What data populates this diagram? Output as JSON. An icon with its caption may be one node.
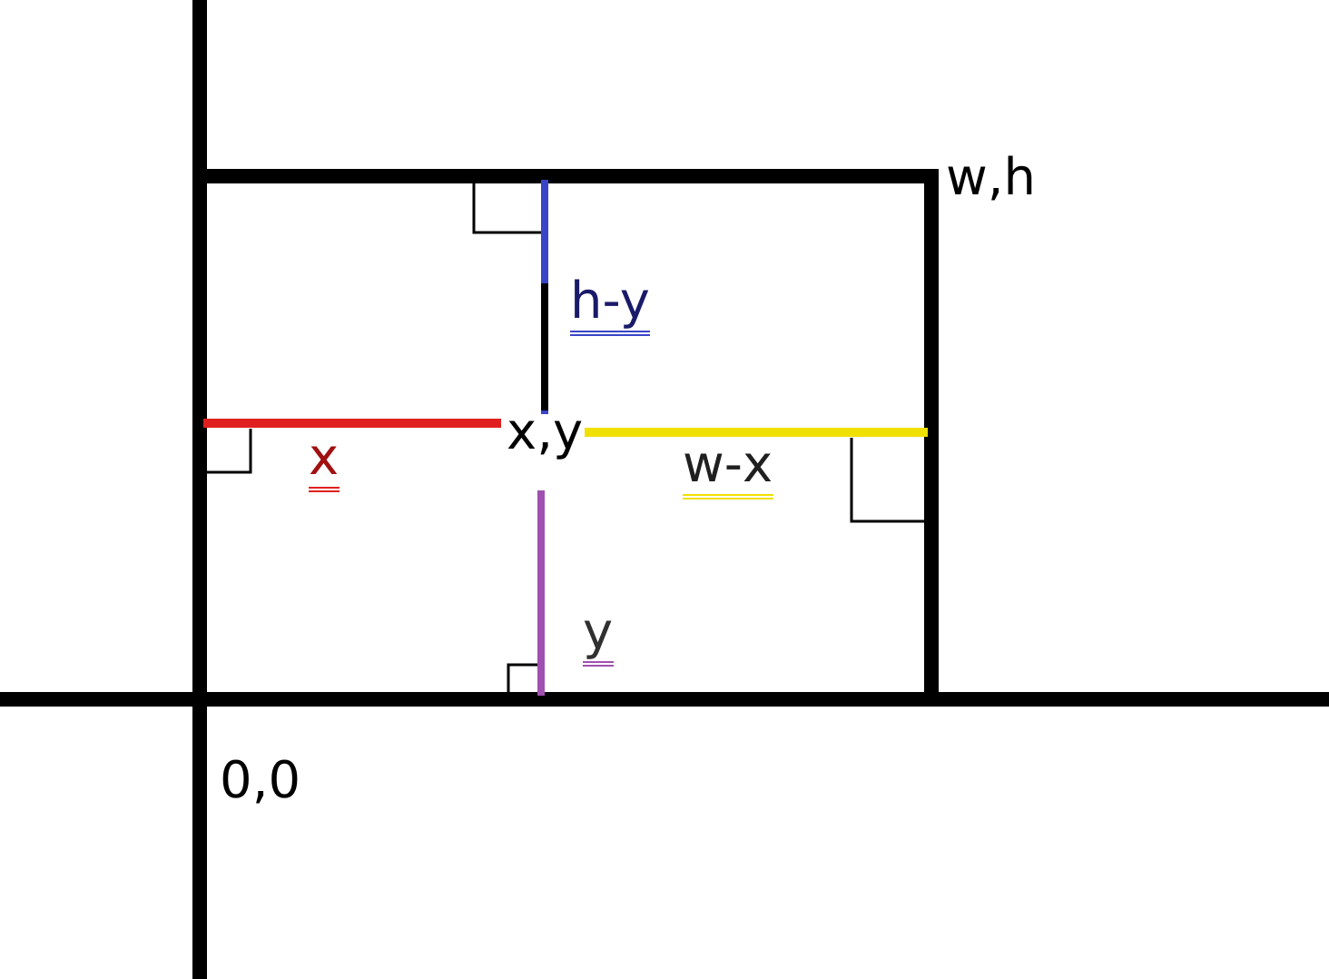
{
  "diagram": {
    "labels": [
      "w,h",
      "h-y",
      "x,y",
      "x",
      "w-x",
      "y",
      "0,0"
    ]
  }
}
